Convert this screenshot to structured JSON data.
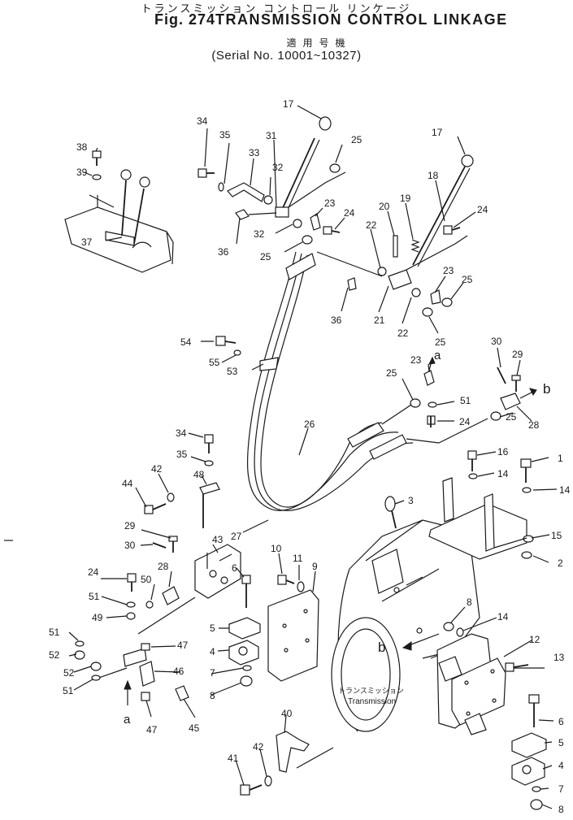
{
  "header": {
    "title_jp": "トランスミッション コントロール リンケージ",
    "fig_label": "Fig. 274",
    "title": "TRANSMISSION CONTROL LINKAGE",
    "serial_jp": "適用号機",
    "serial": "(Serial No. 10001~10327)"
  },
  "transmission_label_jp": "トランスミッション",
  "transmission_label": "Transmission",
  "arrow_labels": {
    "a_top": "a",
    "a_bottom": "a",
    "b_right": "b",
    "b_mid": "b"
  },
  "callouts": {
    "c17a": "17",
    "c34a": "34",
    "c35a": "35",
    "c31": "31",
    "c25a": "25",
    "c38": "38",
    "c33": "33",
    "c32a": "32",
    "c39": "39",
    "c17b": "17",
    "c18": "18",
    "c23a": "23",
    "c24a": "24",
    "c20": "20",
    "c19": "19",
    "c24b": "24",
    "c37": "37",
    "c32b": "32",
    "c22a": "22",
    "c36a": "36",
    "c25b": "25",
    "c23b": "23",
    "c25c": "25",
    "c36b": "36",
    "c21": "21",
    "c22b": "22",
    "c25d": "25",
    "c54": "54",
    "c30a": "30",
    "c29a": "29",
    "c55": "55",
    "c53": "53",
    "c23c": "23",
    "c25e": "25",
    "c51a": "51",
    "c28a": "28",
    "c25f": "25",
    "c24c": "24",
    "c26": "26",
    "c34b": "34",
    "c35b": "35",
    "c16": "16",
    "c1": "1",
    "c42a": "42",
    "c14a": "14",
    "c14b": "14",
    "c44": "44",
    "c48": "48",
    "c3": "3",
    "c15": "15",
    "c29b": "29",
    "c27": "27",
    "c2": "2",
    "c30b": "30",
    "c43": "43",
    "c10": "10",
    "c11": "11",
    "c9": "9",
    "c6a": "6",
    "c24d": "24",
    "c50": "50",
    "c28b": "28",
    "c51b": "51",
    "c49": "49",
    "c5a": "5",
    "c8a": "8",
    "c14c": "14",
    "c51c": "51",
    "c47a": "47",
    "c4a": "4",
    "c52a": "52",
    "c46": "46",
    "c12": "12",
    "c7a": "7",
    "c52b": "52",
    "c13": "13",
    "c8b": "8",
    "c51d": "51",
    "c47b": "47",
    "c45": "45",
    "c40": "40",
    "c6b": "6",
    "c5b": "5",
    "c41": "41",
    "c42b": "42",
    "c4b": "4",
    "c7b": "7",
    "c8c": "8"
  }
}
